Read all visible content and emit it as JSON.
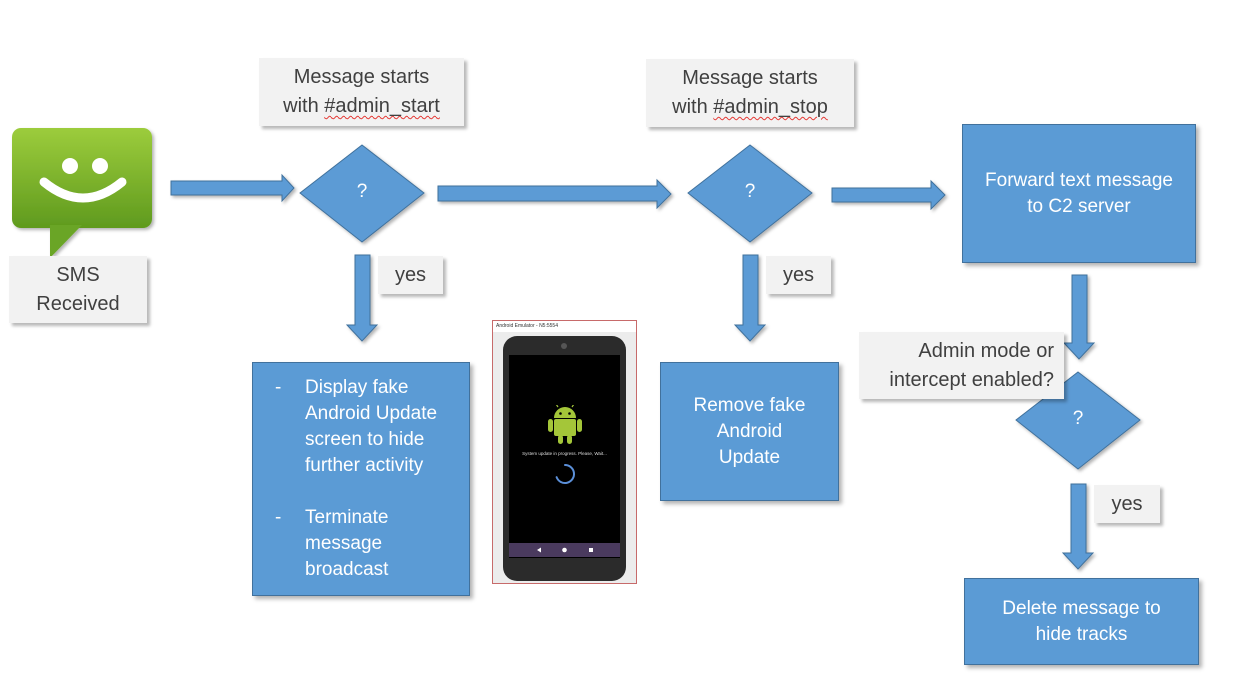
{
  "sms": {
    "label_line1": "SMS",
    "label_line2": "Received"
  },
  "conditions": {
    "admin_start_line1": "Message starts",
    "admin_start_line2_prefix": "with ",
    "admin_start_keyword": "#admin_start",
    "admin_stop_line1": "Message starts",
    "admin_stop_line2_prefix": "with ",
    "admin_stop_keyword": "#admin_stop",
    "admin_mode_line1": "Admin mode or",
    "admin_mode_line2": "intercept enabled?"
  },
  "decisions": {
    "symbol": "?"
  },
  "yes_labels": {
    "first": "yes",
    "second": "yes",
    "third": "yes"
  },
  "actions": {
    "fake_update_bullets": [
      {
        "dash": "-",
        "text": "Display fake Android Update screen to hide further activity"
      },
      {
        "dash": "-",
        "text": "Terminate message broadcast"
      }
    ],
    "forward_text": "Forward text message to C2 server",
    "remove_fake_text": "Remove fake Android Update",
    "delete_text": "Delete message to hide tracks"
  },
  "emulator": {
    "title": "Android Emulator - N5:5554",
    "status_text": "System update in progress. Please, Wait..."
  },
  "colors": {
    "box_blue": "#5b9bd5",
    "box_border": "#41719c",
    "sms_green": "#7cb342",
    "label_gray": "#f2f2f2"
  }
}
